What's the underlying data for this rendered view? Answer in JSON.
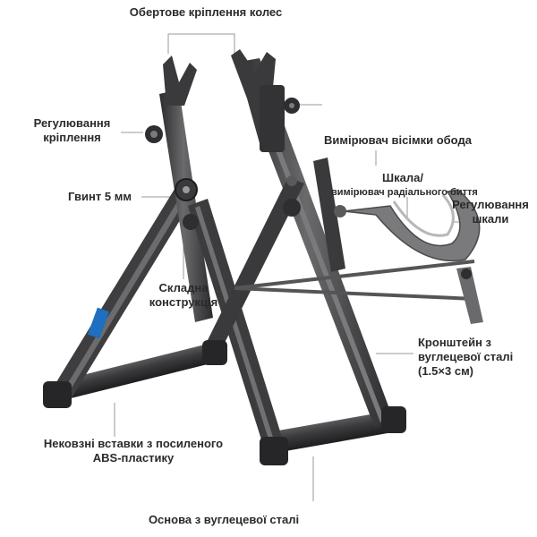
{
  "labels": {
    "wheel_mount": "Обертове кріплення колес",
    "mount_adjust": [
      "Регулювання",
      "кріплення"
    ],
    "screw": "Гвинт 5 мм",
    "rim_gauge": "Вимірювач вісімки обода",
    "scale": [
      "Шкала/",
      "вимірювач радіального биття"
    ],
    "scale_adjust": [
      "Регулювання",
      "шкали"
    ],
    "folding": [
      "Складна",
      "конструкція"
    ],
    "bracket": [
      "Кронштейн з",
      "вуглецевої сталі",
      "(1.5×3 см)"
    ],
    "nonslip": [
      "Нековзні вставки з посиленого",
      "ABS-пластику"
    ],
    "base": "Основа з вуглецевої сталі"
  },
  "colors": {
    "frame": "#4a4a4c",
    "frame_dark": "#2b2b2d",
    "highlight": "#8a8a8c",
    "label_text": "#2a2a2a",
    "leader": "#9a9a9a",
    "sticker": "#1e6fbf"
  }
}
